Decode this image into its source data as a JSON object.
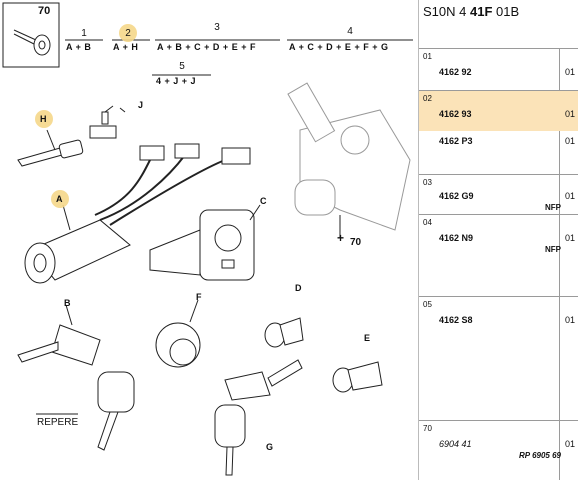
{
  "header": {
    "box_ref": "70",
    "groups": [
      {
        "num": "1",
        "eq": "A + B"
      },
      {
        "num": "2",
        "eq": "A + H"
      },
      {
        "num": "3",
        "eq": "A + B + C + D + E + F"
      },
      {
        "num": "4",
        "eq": "A + C + D + E + F + G"
      },
      {
        "num": "5",
        "eq": "4 + J + J"
      }
    ]
  },
  "labels": {
    "H": "H",
    "J": "J",
    "A": "A",
    "C": "C",
    "B": "B",
    "F": "F",
    "D": "D",
    "E": "E",
    "G": "G",
    "ref70": "70",
    "repere": "REPERE"
  },
  "panel": {
    "title_prefix": "S10N 4",
    "title_bold": "41F",
    "title_suffix": "01B",
    "rows": [
      {
        "group": "01",
        "ref": "4162 92",
        "qty": "01",
        "note": ""
      },
      {
        "group": "02",
        "ref": "4162 93",
        "qty": "01",
        "note": ""
      },
      {
        "group": "",
        "ref": "4162 P3",
        "qty": "01",
        "note": ""
      },
      {
        "group": "03",
        "ref": "4162 G9",
        "qty": "01",
        "note": "NFP"
      },
      {
        "group": "04",
        "ref": "4162 N9",
        "qty": "01",
        "note": "NFP"
      },
      {
        "group": "05",
        "ref": "4162 S8",
        "qty": "01",
        "note": ""
      },
      {
        "group": "70",
        "ref": "6904 41",
        "qty": "01",
        "note": "RP 6905 69"
      }
    ],
    "highlight_color": "#fbe3b8"
  }
}
